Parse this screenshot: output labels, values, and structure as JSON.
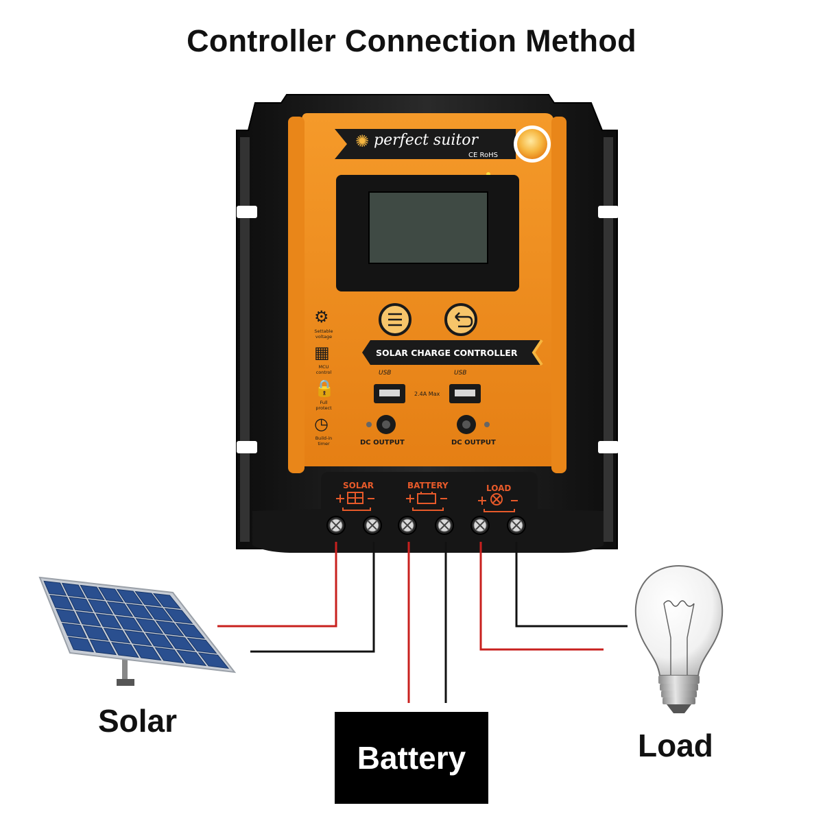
{
  "title": "Controller Connection Method",
  "controller": {
    "brand": "perfect suitor",
    "cert": "CE  RoHS",
    "model": "SOLAR CHARGE CONTROLLER",
    "usb_label": "USB",
    "usb_rating": "2.4A Max",
    "dc_output_left": "DC OUTPUT",
    "dc_output_right": "DC OUTPUT",
    "features": [
      {
        "icon": "gear-icon",
        "line1": "Settable",
        "line2": "voltage"
      },
      {
        "icon": "chip-icon",
        "line1": "MCU",
        "line2": "control"
      },
      {
        "icon": "lock-icon",
        "line1": "Full",
        "line2": "protect"
      },
      {
        "icon": "clock-icon",
        "line1": "Build-in",
        "line2": "timer"
      }
    ],
    "terminals": {
      "solar": "SOLAR",
      "battery": "BATTERY",
      "load": "LOAD"
    },
    "colors": {
      "body": "#1a1a1a",
      "panel": "#f08a1e",
      "accent": "#c8361e"
    }
  },
  "labels": {
    "solar": "Solar",
    "battery": "Battery",
    "load": "Load"
  },
  "wire_colors": {
    "positive": "#c8201e",
    "negative": "#111111"
  }
}
